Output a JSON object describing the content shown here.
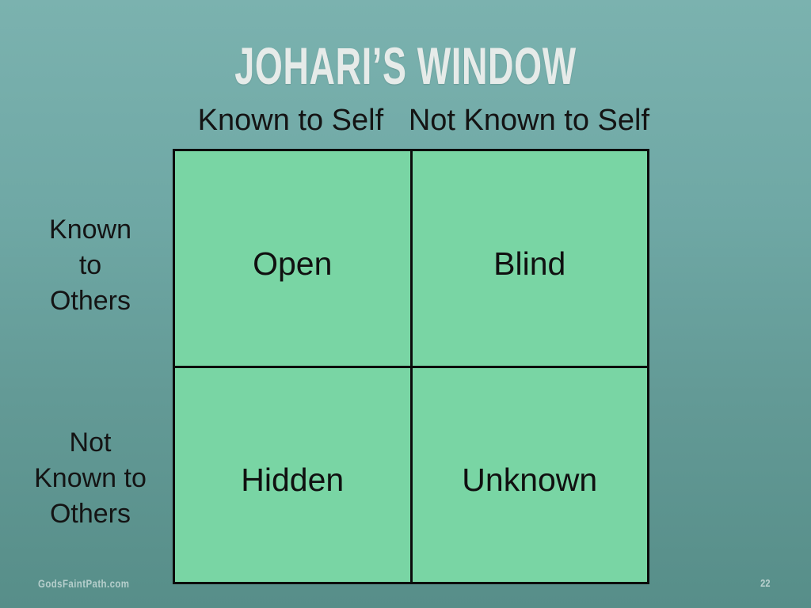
{
  "slide": {
    "title": "JOHARI’S WINDOW",
    "watermark": "GodsFaintPath.com",
    "page_number": "22"
  },
  "matrix": {
    "column_headers": [
      "Known to Self",
      "Not Known to Self"
    ],
    "row_headers": [
      "Known\nto\nOthers",
      "Not\nKnown to\nOthers"
    ],
    "quadrants": [
      {
        "id": "open",
        "label": "Open"
      },
      {
        "id": "blind",
        "label": "Blind"
      },
      {
        "id": "hidden",
        "label": "Hidden"
      },
      {
        "id": "unknown",
        "label": "Unknown"
      }
    ]
  },
  "colors": {
    "background_top": "#7bb2af",
    "background_bottom": "#578e89",
    "cell_fill": "#79d5a4",
    "grid_line": "#0c0c0c",
    "title_text": "#e6ebe9",
    "label_text": "#141414",
    "footer_text": "#e2ecea"
  }
}
